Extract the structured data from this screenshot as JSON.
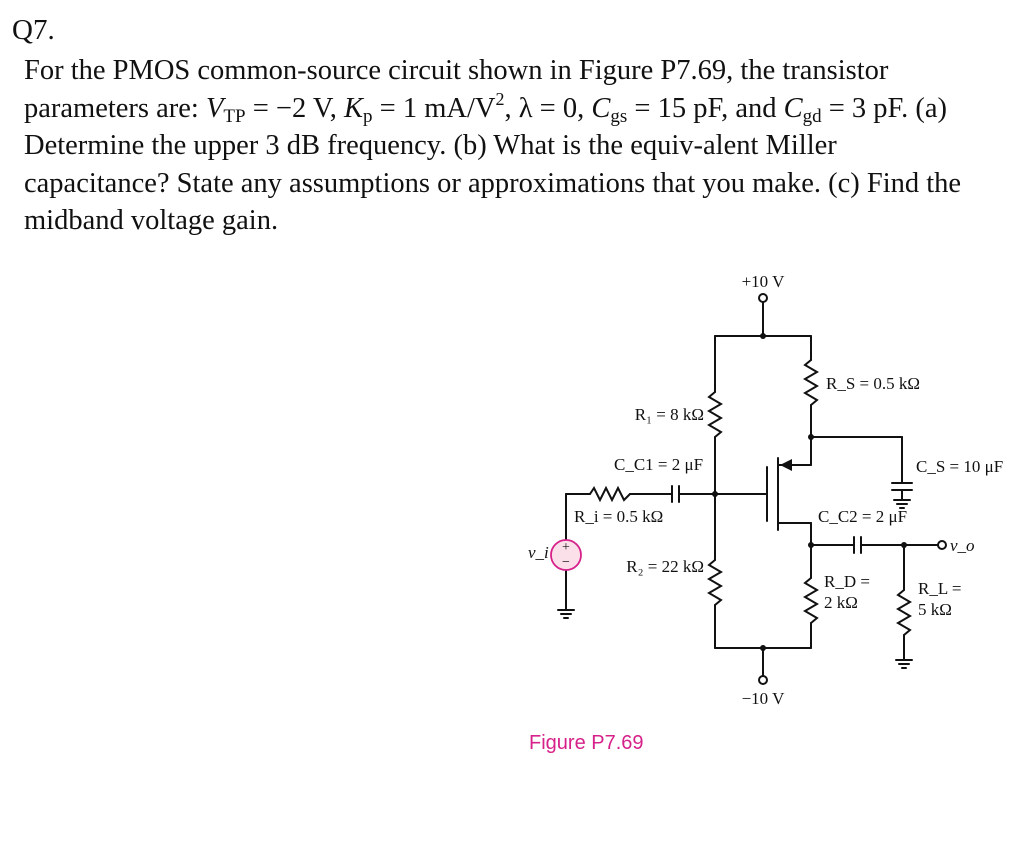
{
  "question_number": "Q7.",
  "question": {
    "intro": "For the PMOS common-source circuit shown in Figure P7.69, the transistor parameters are:",
    "vtp": "V",
    "vtp_sub": "TP",
    "vtp_value": " = −2 V, ",
    "kp": "K",
    "kp_sub": "p",
    "kp_value": " = 1 mA/V",
    "kp_exp": "2",
    "lambda": ", λ = 0, ",
    "cgs": "C",
    "cgs_sub": "gs",
    "cgs_value": " = 15 pF, and ",
    "cgd": "C",
    "cgd_sub": "gd",
    "cgd_value": " = 3 pF. (a) Determine the upper 3 dB frequency. (b) What is the equiv-alent Miller capacitance? State any assumptions or approximations that you make. (c) Find the midband voltage gain."
  },
  "circuit": {
    "vplus": "+10 V",
    "vminus": "−10 V",
    "r1": "R₁ = 8 kΩ",
    "r2": "R₂ = 22 kΩ",
    "rs": "R_S = 0.5 kΩ",
    "rd_line1": "R_D =",
    "rd_line2": "2 kΩ",
    "rl_line1": "R_L =",
    "rl_line2": "5 kΩ",
    "ri": "R_i = 0.5 kΩ",
    "cc1": "C_C1 = 2 μF",
    "cc2": "C_C2 = 2 μF",
    "cs": "C_S = 10 μF",
    "vi": "v_i",
    "vo": "v_o",
    "plus_sign": "+",
    "minus_sign": "−"
  },
  "figure_caption": "Figure P7.69"
}
